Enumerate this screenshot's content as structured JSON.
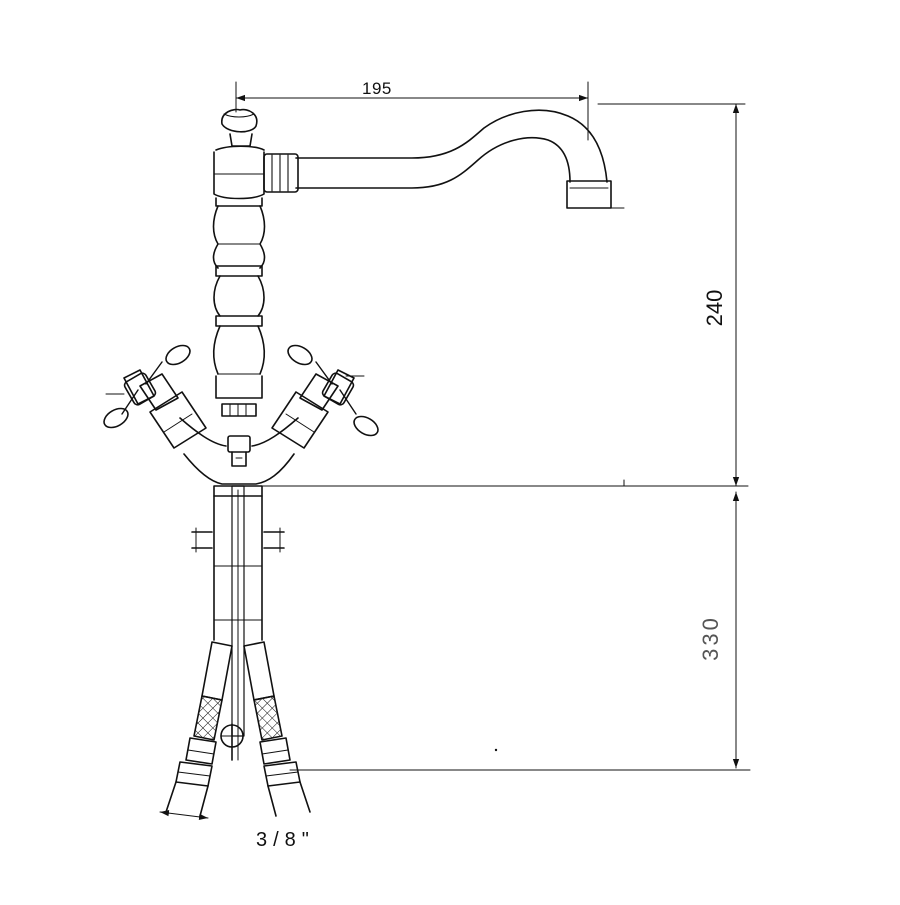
{
  "dimensions": {
    "spout_reach": "195",
    "spout_height": "240",
    "hose_length": "330",
    "connection": "3/8\""
  }
}
